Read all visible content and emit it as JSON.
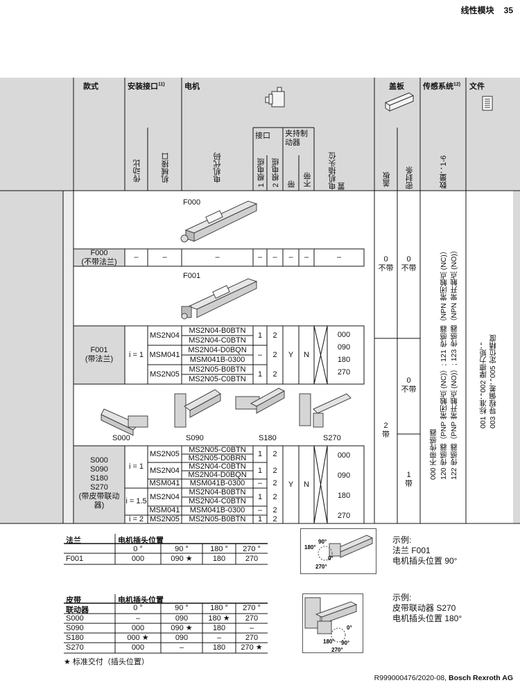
{
  "page": {
    "section": "线性模块",
    "number": "35"
  },
  "footer": {
    "doc_id": "R999000476/2020-08,",
    "company": "Bosch Rexroth AG"
  },
  "head": {
    "style": "款式",
    "mount": "安装接口",
    "mount_sup": "11)",
    "motor": "电机",
    "cover": "盖板",
    "sensor": "传感系统",
    "sensor_sup": "12)",
    "docs": "文件",
    "interface": "接口",
    "brake": "夹持制动器",
    "ratio": "传动比",
    "mech": "机械接口",
    "code": "电机代码",
    "cable1": "1 根电缆",
    "cable2": "2 根电缆",
    "with": "带",
    "without": "不带",
    "plug_pos": "电机插头位置",
    "cover_col": "盖板",
    "seal": "密封条",
    "qty": "数量：1-6"
  },
  "f000": {
    "label": "F000",
    "style": "F000",
    "style2": "(不带法兰)",
    "dash": "–"
  },
  "f001": {
    "label": "F001",
    "style": "F001",
    "style2": "(带法兰)",
    "ratio": "i = 1",
    "groups": [
      "MS2N04",
      "MSM041",
      "MS2N05"
    ],
    "codes": [
      "MS2N04-B0BTN",
      "MS2N04-C0BTN",
      "MS2N04-D0BQN",
      "MSM041B-0300",
      "MS2N05-B0BTN",
      "MS2N05-C0BTN"
    ],
    "c1": [
      "1",
      "–",
      "1"
    ],
    "c2": [
      "2",
      "2",
      "2"
    ],
    "brake_y": "Y",
    "brake_n": "N",
    "positions": [
      "000",
      "090",
      "180",
      "270"
    ]
  },
  "belt_labels": [
    "S000",
    "S090",
    "S180",
    "S270"
  ],
  "belt": {
    "styles": [
      "S000",
      "S090",
      "S180",
      "S270",
      "(带皮带联动",
      "器)"
    ],
    "ratios": [
      "i = 1",
      "i = 1.5",
      "i = 2"
    ],
    "groups": [
      "MS2N05",
      "MS2N04",
      "MSM041",
      "MS2N04",
      "MSM041",
      "MS2N05"
    ],
    "codes": [
      "MS2N05-C0BTN",
      "MS2N05-D0BRN",
      "MS2N04-C0BTN",
      "MS2N04-D0BQN",
      "MSM041B-0300",
      "MS2N04-B0BTN",
      "MS2N04-C0BTN",
      "MSM041B-0300",
      "MS2N05-B0BTN"
    ],
    "c1": [
      "1",
      "1",
      "–",
      "1",
      "–",
      "1"
    ],
    "c2": [
      "2",
      "2",
      "2",
      "2",
      "2",
      "2"
    ],
    "brake_y": "Y",
    "brake_n": "N",
    "positions": [
      "000",
      "090",
      "180",
      "270"
    ]
  },
  "cover": {
    "zero": "0",
    "zero_txt": "不带",
    "two": "2",
    "two_txt": "带"
  },
  "seal": {
    "zero_a": "0",
    "zero_a_txt": "不带",
    "zero_b": "0",
    "zero_b_txt": "不带",
    "one": "1",
    "one_txt": "带"
  },
  "sensor_text": [
    "000 不带传感器",
    "120 传感器（PNP 常闭触点 (NC)）; 121 传感器（NPN 常闭触点 (NC)）",
    "122 传感器（PNP 常开触点 (NO)）; 123 传感器（NPN 常开触点 (NO)）"
  ],
  "doc_text": [
    "001 标准；002 摩擦力矩；",
    "003 导程偏差；005 定位精度"
  ],
  "flange_table": {
    "h1": "法兰",
    "h2": "电机插头位置",
    "cols": [
      "0 °",
      "90 °",
      "180 °",
      "270 °"
    ],
    "rows": [
      [
        "F001",
        "000",
        "090 ★",
        "180",
        "270"
      ]
    ]
  },
  "belt_table": {
    "h1a": "皮带",
    "h1b": "联动器",
    "h2": "电机插头位置",
    "cols": [
      "0 °",
      "90 °",
      "180 °",
      "270 °"
    ],
    "rows": [
      [
        "S000",
        "–",
        "090",
        "180 ★",
        "270"
      ],
      [
        "S090",
        "000",
        "090 ★",
        "180",
        "–"
      ],
      [
        "S180",
        "000 ★",
        "090",
        "–",
        "270"
      ],
      [
        "S270",
        "000",
        "–",
        "180",
        "270 ★"
      ]
    ],
    "note": "★ 标准交付（插头位置）"
  },
  "example1": {
    "title": "示例:",
    "line1": "法兰 F001",
    "line2": "电机插头位置 90°"
  },
  "example2": {
    "title": "示例:",
    "line1": "皮带联动器 S270",
    "line2": "电机插头位置 180°"
  },
  "diag1": {
    "a180": "180°",
    "a90": "90°",
    "a0": "0°",
    "a270": "270°"
  },
  "diag2": {
    "a0": "0°",
    "a90": "90°",
    "a180": "180°",
    "a270": "270°"
  },
  "colors": {
    "grey": "#d9d9d9",
    "line": "#111111",
    "light": "#ececec"
  }
}
